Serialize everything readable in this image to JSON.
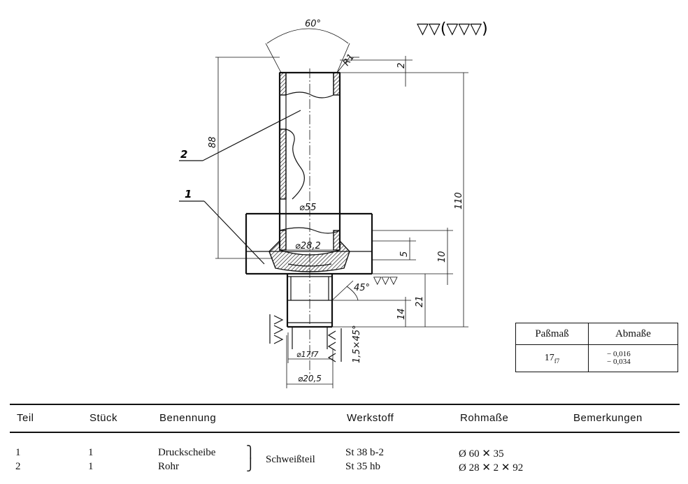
{
  "drawing": {
    "dimensions": {
      "angle": "60°",
      "radius": "R1",
      "top_gap": "2",
      "total_height": "110",
      "pipe_length": "88",
      "plate_diameter": "⌀55",
      "pipe_diameter": "⌀28,2",
      "plate_thickness": "5",
      "depth_10": "10",
      "stem_21": "21",
      "stem_14": "14",
      "chamfer_angle": "45°",
      "chamfer": "1,5×45°",
      "stem_fit": "⌀17f7",
      "stem_diameter": "⌀20,5"
    },
    "part_labels": [
      "2",
      "1"
    ],
    "surface_symbol_main": "▽▽(▽▽▽)",
    "surface_symbol_small": "▽▽▽"
  },
  "fit_table": {
    "headers": [
      "Paßmaß",
      "Abmaße"
    ],
    "fit_base": "17",
    "fit_sub": "f7",
    "dev_upper": "− 0,016",
    "dev_lower": "− 0,034"
  },
  "parts_list": {
    "headers": [
      "Teil",
      "Stück",
      "Benennung",
      "Werkstoff",
      "Rohmaße",
      "Bemerkungen"
    ],
    "rows": [
      {
        "teil": "1",
        "stueck": "1",
        "benennung": "Druckscheibe",
        "werkstoff": "St 38 b-2",
        "rohmasse": "Ø 60 ✕ 35"
      },
      {
        "teil": "2",
        "stueck": "1",
        "benennung": "Rohr",
        "werkstoff": "St 35 hb",
        "rohmasse": "Ø 28 ✕ 2 ✕ 92"
      }
    ],
    "group_note": "Schweißteil"
  }
}
